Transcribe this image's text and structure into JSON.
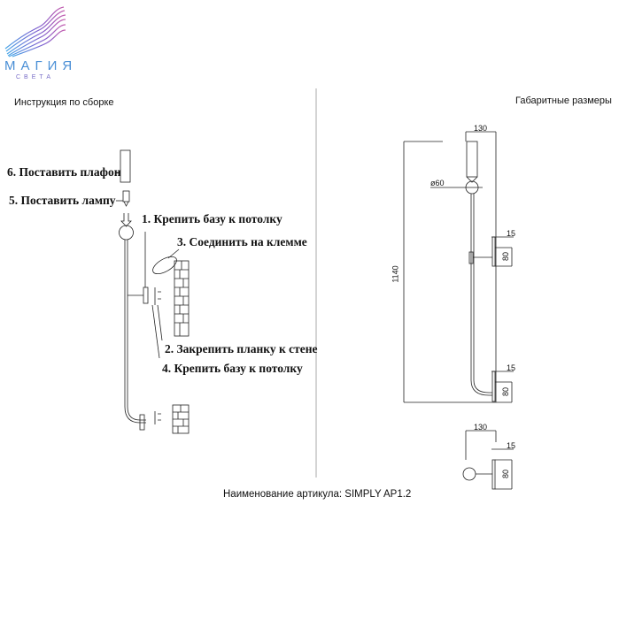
{
  "logo": {
    "word": "МАГИЯ",
    "sub": "СВЕТА"
  },
  "assembly": {
    "title": "Инструкция по сборке",
    "steps": [
      "6. Поставить плафон",
      "5. Поставить лампу",
      "1. Крепить базу к потолку",
      "3. Соединить на клемме",
      "2. Закрепить планку к стене",
      "4. Крепить базу к потолку"
    ]
  },
  "dimensions": {
    "title": "Габаритные размеры",
    "width_top": "130",
    "diameter": "ø60",
    "height": "1140",
    "plate_offset_1": "15",
    "plate_height_1": "80",
    "plate_offset_2": "15",
    "plate_height_2": "80",
    "side_width": "130",
    "side_offset": "15",
    "side_height": "80"
  },
  "caption": "Наименование артикула: SIMPLY AP1.2"
}
